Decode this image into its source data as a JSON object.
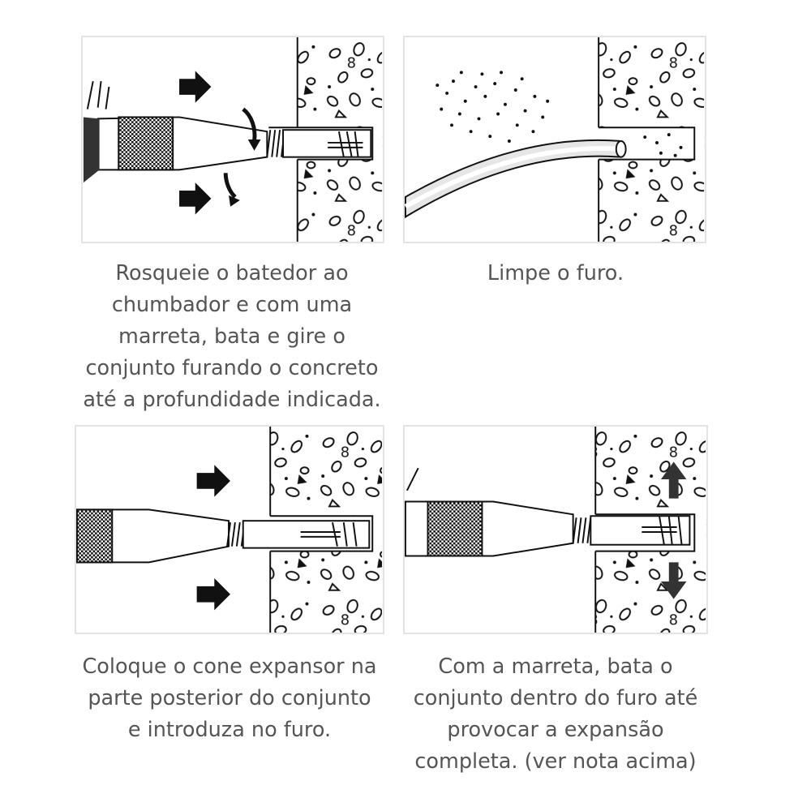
{
  "steps": [
    {
      "caption": "Rosqueie o batedor ao\nchumbador e com uma\nmarreta, bata e gire o\nconjunto furando o concreto\naté a profundidade indicada."
    },
    {
      "caption": "Limpe o furo."
    },
    {
      "caption": "Coloque o cone expansor na\nparte posterior do conjunto\ne introduza no furo."
    },
    {
      "caption": "Com a marreta, bata o\nconjunto dentro do furo até\nprovocar a expansão\ncompleta. (ver nota acima)"
    }
  ],
  "colors": {
    "line": "#1a1a1a",
    "caption": "#555555",
    "panel_border": "#e3e3e3"
  },
  "icons": [
    "arrow-right-icon",
    "rotate-arrow-icon",
    "arrow-up-icon",
    "arrow-down-icon"
  ]
}
